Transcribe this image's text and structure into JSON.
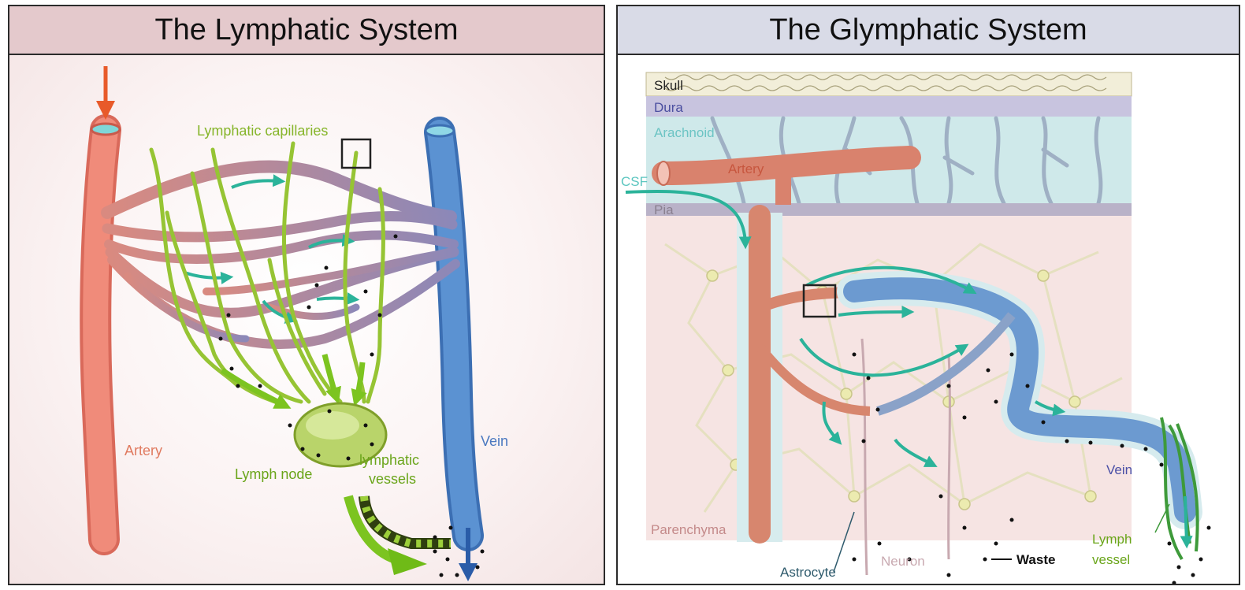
{
  "lymphatic": {
    "title": "The Lymphatic System",
    "labels": {
      "lymphatic_capillaries": "Lymphatic capillaries",
      "artery": "Artery",
      "vein": "Vein",
      "lymph_node": "Lymph node",
      "lymphatic_vessels_line1": "lymphatic",
      "lymphatic_vessels_line2": "vessels"
    }
  },
  "glymphatic": {
    "title": "The Glymphatic System",
    "labels": {
      "skull": "Skull",
      "dura": "Dura",
      "arachnoid": "Arachnoid",
      "artery": "Artery",
      "csf": "CSF",
      "pia": "Pia",
      "parenchyma": "Parenchyma",
      "vein": "Vein",
      "astrocyte": "Astrocyte",
      "neuron": "Neuron",
      "waste": "Waste",
      "lymph_vessel_line1": "Lymph",
      "lymph_vessel_line2": "vessel"
    }
  },
  "colors": {
    "artery": "#e9806d",
    "vein": "#4f86c8",
    "lymph": "#8fbf2a",
    "flow_arrow": "#2bb39a",
    "csf": "#5cc6c0",
    "inflow_arrow": "#e85a2a",
    "waste": "#111111"
  }
}
